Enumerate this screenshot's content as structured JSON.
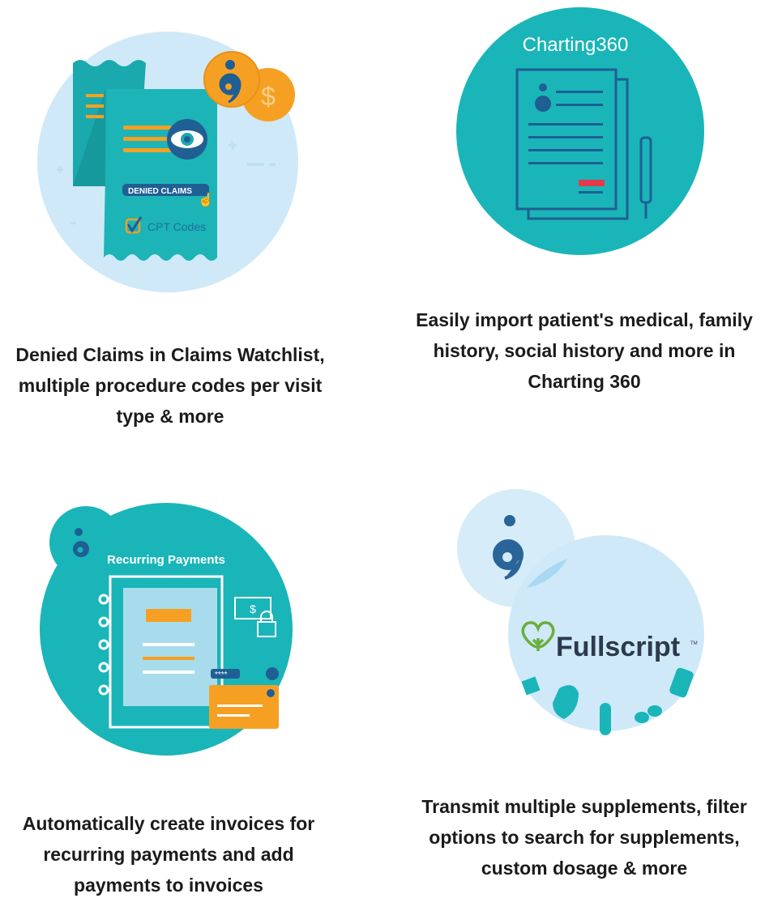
{
  "features": [
    {
      "id": "denied-claims",
      "illustration": {
        "badge_label": "DENIED CLAIMS",
        "checkbox_label": "CPT Codes",
        "coin_symbol": "$"
      },
      "caption_lines": [
        "Denied Claims in Claims Watchlist,",
        "multiple procedure codes per visit",
        "type & more"
      ]
    },
    {
      "id": "charting360",
      "illustration": {
        "title": "Charting360"
      },
      "caption_lines": [
        "Easily import patient's medical, family",
        "history, social history and more in",
        "Charting 360"
      ]
    },
    {
      "id": "recurring-payments",
      "illustration": {
        "title": "Recurring Payments",
        "cash_symbol": "$",
        "card_mask": "****"
      },
      "caption_lines": [
        "Automatically create invoices for",
        "recurring payments and add",
        "payments to invoices"
      ]
    },
    {
      "id": "fullscript",
      "illustration": {
        "brand": "Fullscript",
        "trademark": "TM"
      },
      "caption_lines": [
        "Transmit multiple supplements, filter",
        "options to search for supplements,",
        "custom dosage & more"
      ]
    }
  ],
  "colors": {
    "teal": "#1ab5b8",
    "light_blue": "#cfe9f8",
    "orange": "#f6a023",
    "navy": "#1f5f94",
    "text": "#1b1b1b"
  }
}
